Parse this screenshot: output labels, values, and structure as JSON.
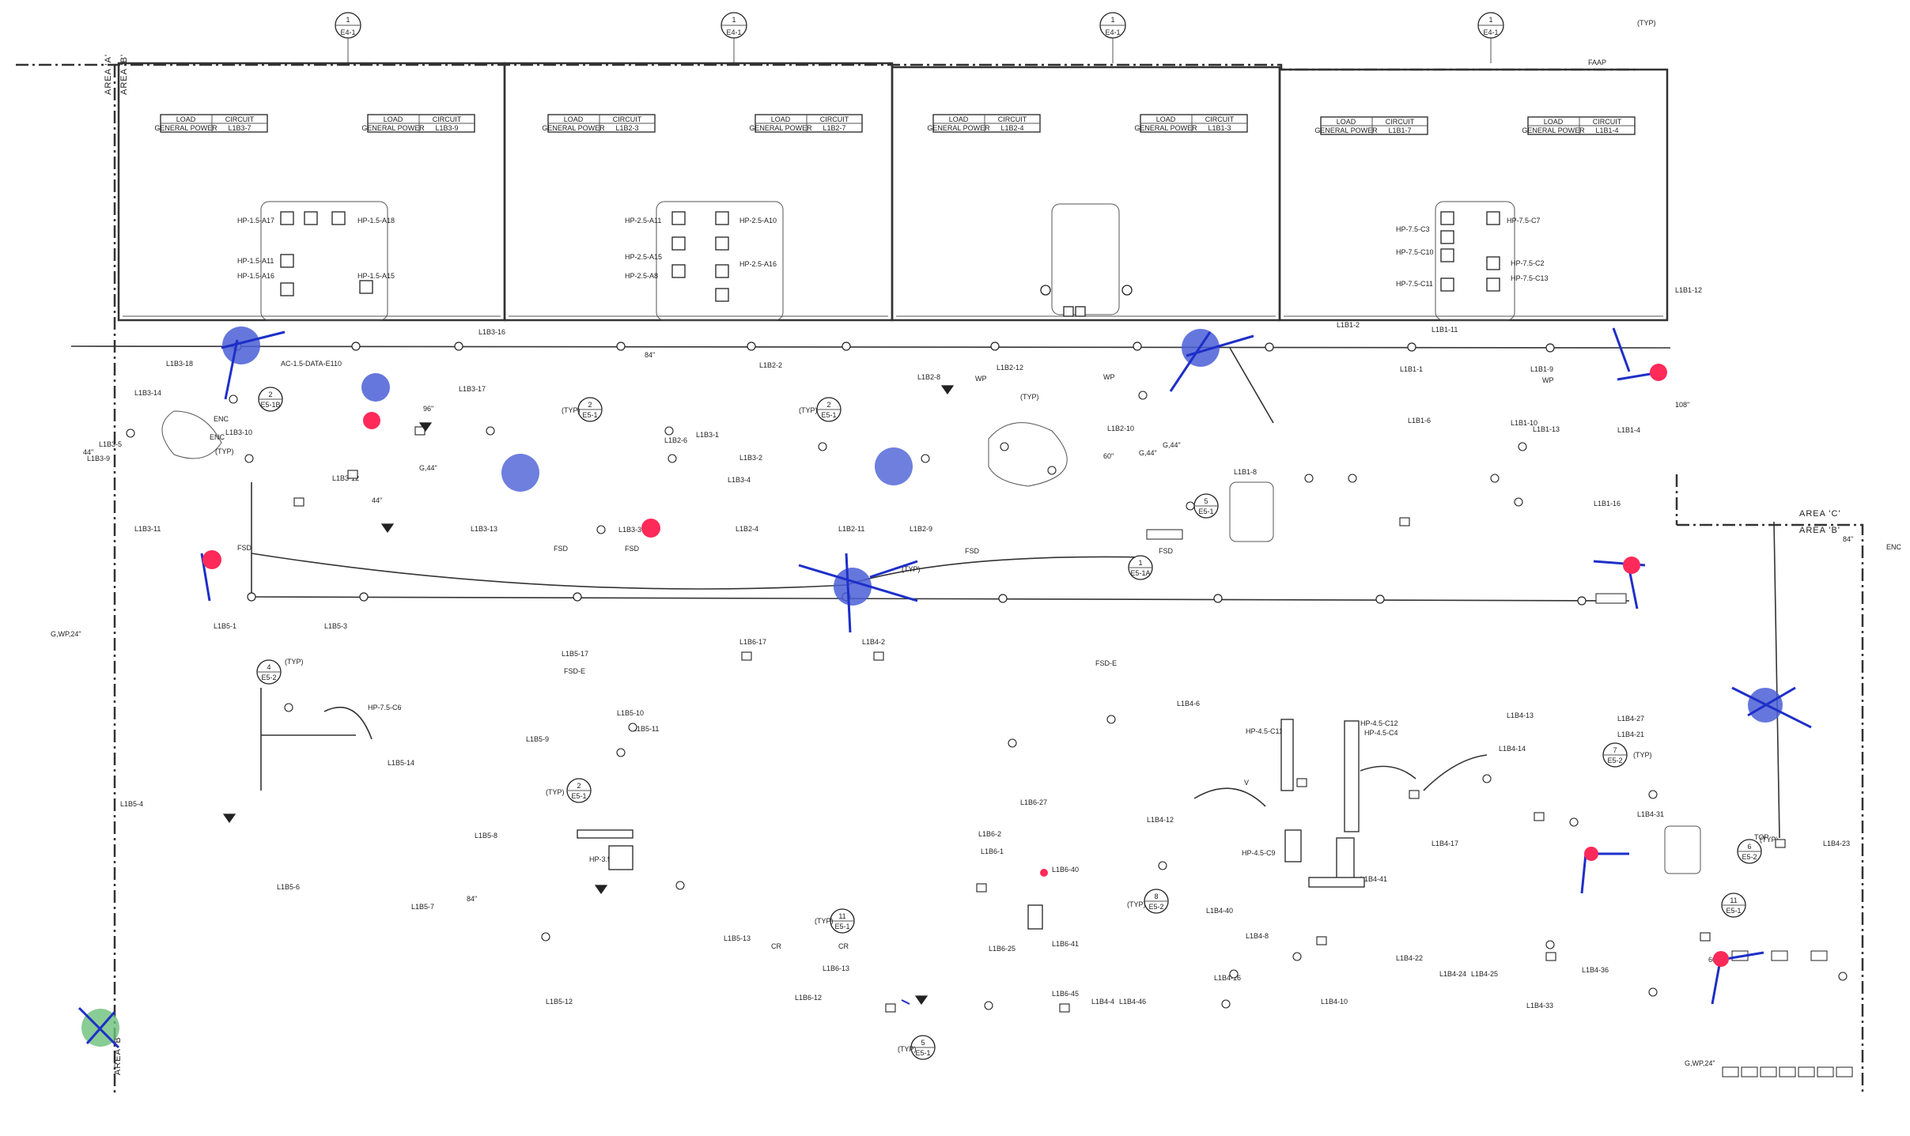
{
  "grid_bubbles": [
    {
      "num": "1",
      "sheet": "E4-1"
    },
    {
      "num": "1",
      "sheet": "E4-1"
    },
    {
      "num": "1",
      "sheet": "E4-1"
    },
    {
      "num": "1",
      "sheet": "E4-1"
    }
  ],
  "area_labels": {
    "area_a": "AREA 'A'",
    "area_b_left": "AREA 'B'",
    "area_c": "AREA 'C'",
    "area_b_right": "AREA 'B'",
    "area_b_bottom": "AREA 'B'"
  },
  "load_tables": [
    {
      "h1": "LOAD",
      "h2": "CIRCUIT",
      "c1": "GENERAL POWER",
      "c2": "L1B3-7"
    },
    {
      "h1": "LOAD",
      "h2": "CIRCUIT",
      "c1": "GENERAL POWER",
      "c2": "L1B3-9"
    },
    {
      "h1": "LOAD",
      "h2": "CIRCUIT",
      "c1": "GENERAL POWER",
      "c2": "L1B2-3"
    },
    {
      "h1": "LOAD",
      "h2": "CIRCUIT",
      "c1": "GENERAL POWER",
      "c2": "L1B2-7"
    },
    {
      "h1": "LOAD",
      "h2": "CIRCUIT",
      "c1": "GENERAL POWER",
      "c2": "L1B2-4"
    },
    {
      "h1": "LOAD",
      "h2": "CIRCUIT",
      "c1": "GENERAL POWER",
      "c2": "L1B1-3"
    },
    {
      "h1": "LOAD",
      "h2": "CIRCUIT",
      "c1": "GENERAL POWER",
      "c2": "L1B1-7"
    },
    {
      "h1": "LOAD",
      "h2": "CIRCUIT",
      "c1": "GENERAL POWER",
      "c2": "L1B1-4"
    }
  ],
  "hp_labels": [
    "HP-1.5-A17",
    "HP-1.5-A18",
    "HP-1.5-A11",
    "HP-1.5-A16",
    "HP-1.5-A15",
    "HP-2.5-A11",
    "HP-2.5-A10",
    "HP-2.5-A15",
    "HP-2.5-A16",
    "HP-2.5-A8",
    "HP-7.5-C3",
    "HP-7.5-C10",
    "HP-7.5-C11",
    "HP-7.5-C7",
    "HP-7.5-C2",
    "HP-7.5-C13",
    "AC-1.5-DATA-E110",
    "HP-7.5-C6",
    "HP-3.5-C10",
    "HP-4.5-C11",
    "HP-4.5-C12",
    "HP-4.5-C4",
    "HP-4.5-C9"
  ],
  "circuit_labels": [
    "L1B3-18",
    "L1B3-16",
    "L1B3-14",
    "L1B3-17",
    "L1B3-12",
    "L1B3-10",
    "L1B3-9",
    "L1B3-5",
    "L1B3-11",
    "L1B3-13",
    "L1B3-2",
    "L1B3-4",
    "L1B3-3",
    "L1B3-1",
    "L1B2-2",
    "L1B2-4",
    "L1B2-6",
    "L1B2-8",
    "L1B2-11",
    "L1B2-12",
    "L1B2-9",
    "L1B2-10",
    "L1B1-1",
    "L1B1-2",
    "L1B1-4",
    "L1B1-6",
    "L1B1-8",
    "L1B1-9",
    "L1B1-10",
    "L1B1-11",
    "L1B1-12",
    "L1B1-13",
    "L1B1-16",
    "L1B5-1",
    "L1B5-3",
    "L1B5-4",
    "L1B5-6",
    "L1B5-7",
    "L1B5-8",
    "L1B5-9",
    "L1B5-10",
    "L1B5-11",
    "L1B5-12",
    "L1B5-13",
    "L1B5-14",
    "L1B5-17",
    "L1B4-2",
    "L1B4-4",
    "L1B4-6",
    "L1B4-8",
    "L1B4-10",
    "L1B4-12",
    "L1B4-13",
    "L1B4-14",
    "L1B4-16",
    "L1B4-17",
    "L1B4-21",
    "L1B4-22",
    "L1B4-23",
    "L1B4-24",
    "L1B4-25",
    "L1B4-27",
    "L1B4-31",
    "L1B4-33",
    "L1B4-36",
    "L1B4-40",
    "L1B4-41",
    "L1B4-46",
    "L1B6-1",
    "L1B6-2",
    "L1B6-12",
    "L1B6-13",
    "L1B6-17",
    "L1B6-25",
    "L1B6-27",
    "L1B6-40",
    "L1B6-41",
    "L1B6-45"
  ],
  "detail_bubbles": [
    {
      "num": "2",
      "sheet": "E5-1B"
    },
    {
      "num": "2",
      "sheet": "E5-1"
    },
    {
      "num": "2",
      "sheet": "E5-1"
    },
    {
      "num": "5",
      "sheet": "E5-1"
    },
    {
      "num": "1",
      "sheet": "E5-1A"
    },
    {
      "num": "4",
      "sheet": "E5-2"
    },
    {
      "num": "2",
      "sheet": "E5-1"
    },
    {
      "num": "11",
      "sheet": "E5-1"
    },
    {
      "num": "7",
      "sheet": "E5-2"
    },
    {
      "num": "8",
      "sheet": "E5-2"
    },
    {
      "num": "6",
      "sheet": "E5-2"
    },
    {
      "num": "11",
      "sheet": "E5-1"
    },
    {
      "num": "5",
      "sheet": "E5-1"
    }
  ],
  "misc_labels": {
    "typ": "(TYP)",
    "fsd": "FSD",
    "enc": "ENC",
    "wp": "WP",
    "gwp": "G,WP,24\"",
    "ga": "G,44\"",
    "h84": "84\"",
    "h60": "60\"",
    "h44": "44\"",
    "h96": "96\"",
    "h108": "108\"",
    "fsd_e": "FSD-E",
    "v": "V",
    "cr": "CR",
    "top": "TOP",
    "faap": "FAAP"
  },
  "markup_colors": {
    "blue_cloud": "#4a5fd6",
    "blue_ink": "#1e2fc8",
    "red_dot": "#ff2a5a",
    "green_dot": "#6cbf7a"
  },
  "markups": [
    {
      "type": "blue-dot",
      "label": ""
    },
    {
      "type": "blue-dot",
      "label": ""
    },
    {
      "type": "blue-dot",
      "label": ""
    },
    {
      "type": "blue-dot",
      "label": ""
    },
    {
      "type": "blue-dot",
      "label": ""
    },
    {
      "type": "blue-dot",
      "label": ""
    },
    {
      "type": "blue-dot",
      "label": ""
    },
    {
      "type": "red-dot",
      "label": ""
    },
    {
      "type": "red-dot",
      "label": ""
    },
    {
      "type": "red-dot",
      "label": ""
    },
    {
      "type": "red-dot",
      "label": ""
    },
    {
      "type": "red-dot",
      "label": ""
    },
    {
      "type": "red-dot",
      "label": ""
    },
    {
      "type": "green-dot",
      "label": ""
    }
  ]
}
